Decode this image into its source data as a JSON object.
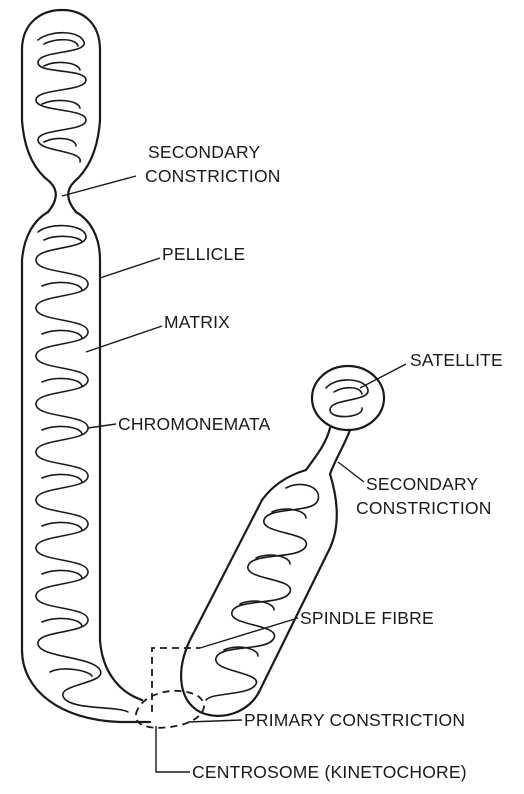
{
  "labels": {
    "secondary_constriction_1_line1": "SECONDARY",
    "secondary_constriction_1_line2": "CONSTRICTION",
    "pellicle": "PELLICLE",
    "matrix": "MATRIX",
    "chromonemata": "CHROMONEMATA",
    "satellite": "SATELLITE",
    "secondary_constriction_2_line1": "SECONDARY",
    "secondary_constriction_2_line2": "CONSTRICTION",
    "spindle_fibre": "SPINDLE FIBRE",
    "primary_constriction": "PRIMARY CONSTRICTION",
    "centrosome": "CENTROSOME  (KINETOCHORE)"
  },
  "colors": {
    "ink": "#1a1a1a",
    "background": "#ffffff"
  }
}
